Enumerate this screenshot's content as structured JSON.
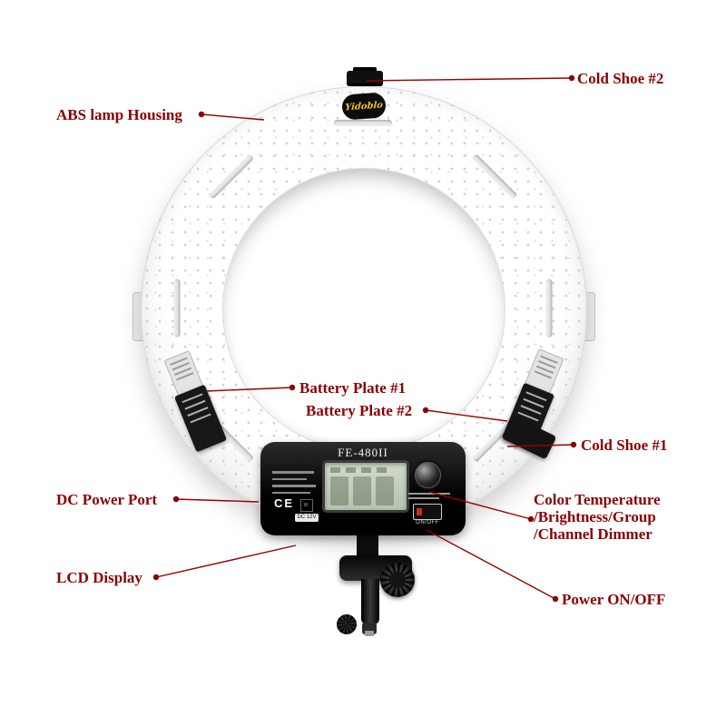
{
  "annotations": {
    "cold_shoe_2": "Cold Shoe #2",
    "abs_lamp_housing": "ABS lamp Housing",
    "battery_plate_1": "Battery Plate #1",
    "battery_plate_2": "Battery Plate #2",
    "cold_shoe_1": "Cold Shoe #1",
    "dc_power_port": "DC Power Port",
    "color_temp_lines": [
      "Color Temperature",
      "/Brightness/Group",
      "/Channel Dimmer"
    ],
    "lcd_display": "LCD Display",
    "power_on_off": "Power ON/OFF"
  },
  "product": {
    "brand_logo": "Yidoblo",
    "model": "FE-480II",
    "ce_mark": "CE",
    "dc_port_label": "DC 12V",
    "switch_label": "ON/OFF"
  },
  "colors": {
    "annotation_text": "#8b0000",
    "callout_line": "#990000",
    "logo_text": "#f2c21a",
    "lcd_screen": "#c4cfba",
    "housing": "#ffffff"
  }
}
